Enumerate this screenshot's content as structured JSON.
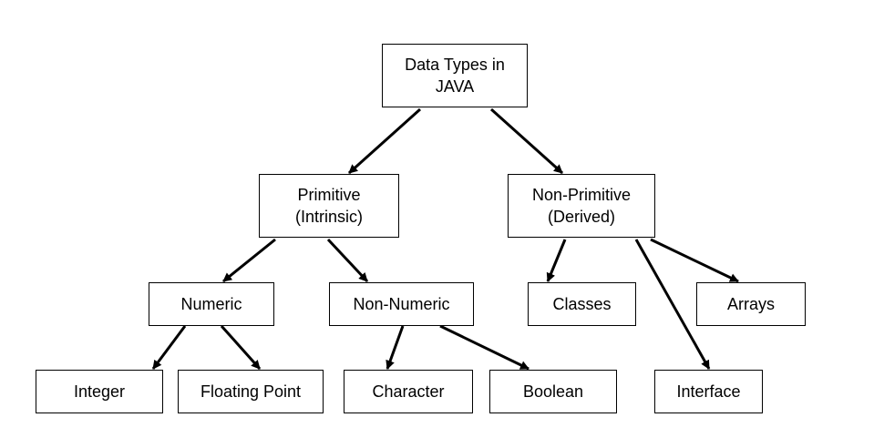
{
  "diagram": {
    "type": "tree",
    "colors": {
      "stroke": "#000000",
      "text": "#000000",
      "background": "#ffffff"
    },
    "nodes": {
      "root": "Data Types in\nJAVA",
      "primitive": "Primitive\n(Intrinsic)",
      "non_primitive": "Non-Primitive\n(Derived)",
      "numeric": "Numeric",
      "non_numeric": "Non-Numeric",
      "classes": "Classes",
      "arrays": "Arrays",
      "integer": "Integer",
      "floating_point": "Floating Point",
      "character": "Character",
      "boolean": "Boolean",
      "interface": "Interface"
    },
    "edges": [
      [
        "root",
        "primitive"
      ],
      [
        "root",
        "non_primitive"
      ],
      [
        "primitive",
        "numeric"
      ],
      [
        "primitive",
        "non_numeric"
      ],
      [
        "non_primitive",
        "classes"
      ],
      [
        "non_primitive",
        "interface"
      ],
      [
        "non_primitive",
        "arrays"
      ],
      [
        "numeric",
        "integer"
      ],
      [
        "numeric",
        "floating_point"
      ],
      [
        "non_numeric",
        "character"
      ],
      [
        "non_numeric",
        "boolean"
      ]
    ]
  }
}
